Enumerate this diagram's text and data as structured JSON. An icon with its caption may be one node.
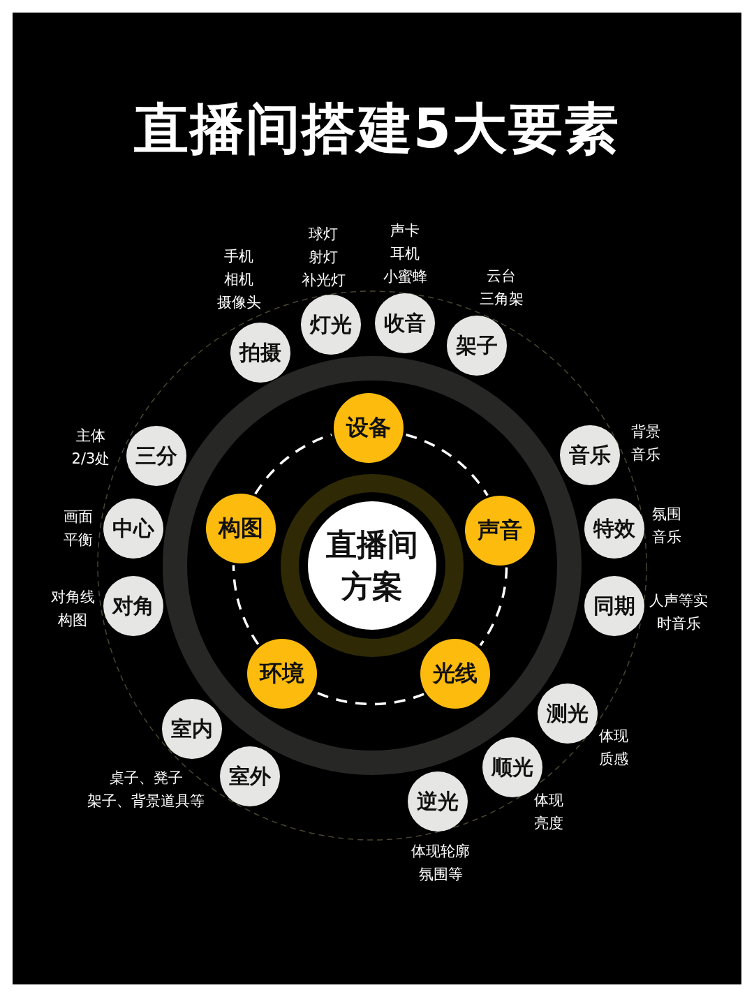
{
  "diagram": {
    "title": "直播间搭建5大要素",
    "nodes": [
      {
        "text": [
          "直播间方案"
        ]
      },
      {
        "text": [
          "设备"
        ]
      },
      {
        "text": [
          "声音"
        ]
      },
      {
        "text": [
          "光线"
        ]
      },
      {
        "text": [
          "环境"
        ]
      },
      {
        "text": [
          "构图"
        ]
      },
      {
        "text": [
          "拍摄"
        ],
        "beside": [
          "手机",
          "相机",
          "摄像头"
        ]
      },
      {
        "text": [
          "灯光"
        ],
        "beside": [
          "球灯",
          "射灯",
          "补光灯"
        ]
      },
      {
        "text": [
          "收音"
        ],
        "beside": [
          "声卡",
          "耳机",
          "小蜜蜂"
        ]
      },
      {
        "text": [
          "架子"
        ],
        "beside": [
          "云台",
          "三角架"
        ]
      },
      {
        "text": [
          "音乐"
        ],
        "beside": [
          "背景音乐"
        ]
      },
      {
        "text": [
          "特效"
        ],
        "beside": [
          "氛围音乐"
        ]
      },
      {
        "text": [
          "同期"
        ],
        "beside": [
          "人声等实时音乐"
        ]
      },
      {
        "text": [
          "测光"
        ],
        "beside": [
          "体现质感"
        ]
      },
      {
        "text": [
          "顺光"
        ],
        "beside": [
          "体现亮度"
        ]
      },
      {
        "text": [
          "逆光"
        ],
        "beside": [
          "体现轮廓氛围等"
        ]
      },
      {
        "text": [
          "室内"
        ],
        "beside": [
          "桌子、凳子",
          "架子、背景道具等"
        ]
      },
      {
        "text": [
          "室外"
        ]
      },
      {
        "text": [
          "三分"
        ],
        "beside": [
          "主体2/3处"
        ]
      },
      {
        "text": [
          "中心"
        ],
        "beside": [
          "画面平衡"
        ]
      },
      {
        "text": [
          "对角"
        ],
        "beside": [
          "对角线构图"
        ]
      }
    ],
    "edges": [
      {
        "from": 1,
        "to": 2,
        "arrow": "none",
        "style": "dashed"
      },
      {
        "from": 2,
        "to": 3,
        "arrow": "none",
        "style": "dashed"
      },
      {
        "from": 3,
        "to": 4,
        "arrow": "none",
        "style": "dashed"
      },
      {
        "from": 4,
        "to": 5,
        "arrow": "none",
        "style": "dashed"
      },
      {
        "from": 5,
        "to": 1,
        "arrow": "none",
        "style": "dashed"
      }
    ]
  }
}
